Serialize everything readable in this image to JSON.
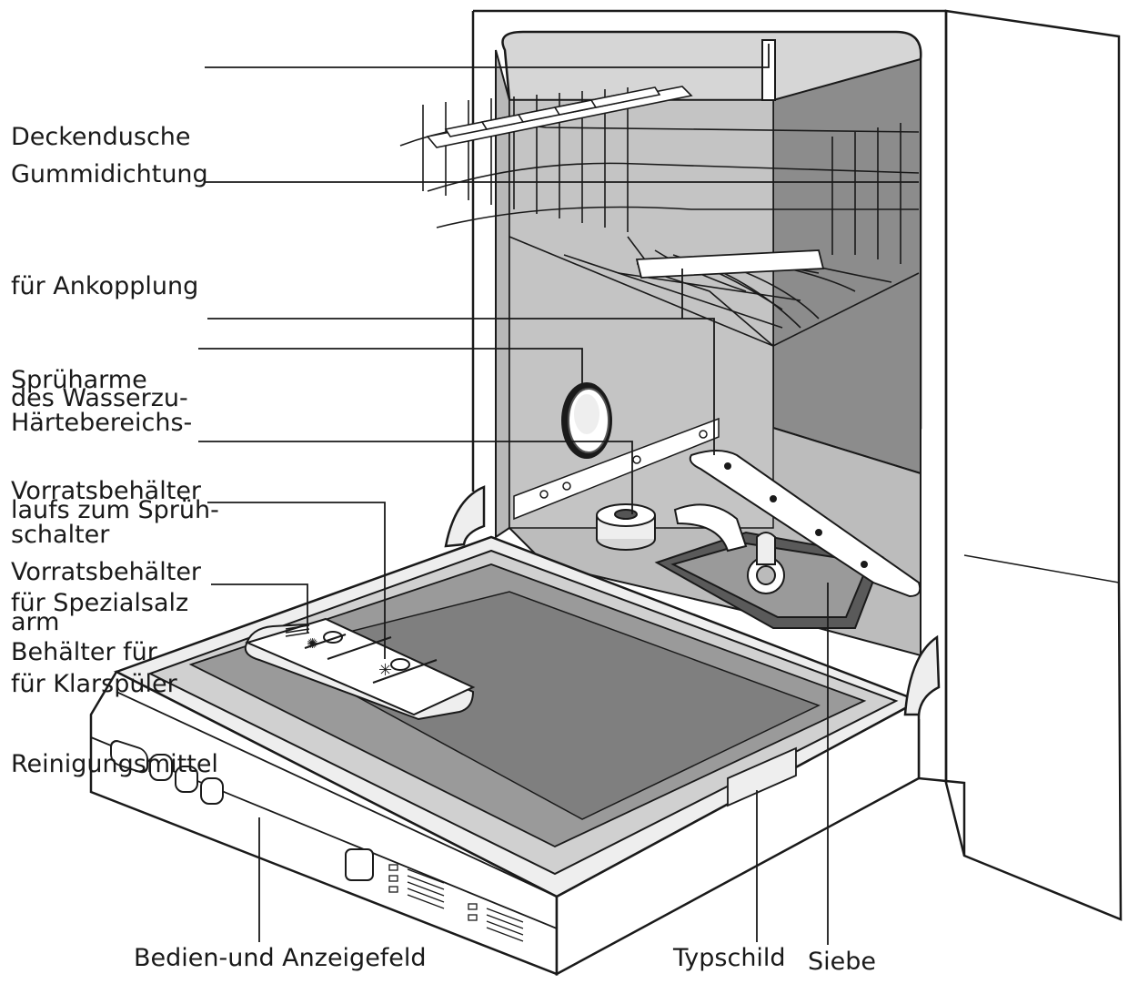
{
  "labels": {
    "deckendusche": "Deckendusche",
    "gummidichtung": [
      "Gummidichtung",
      "für Ankopplung",
      "des Wasserzu-",
      "laufs zum Sprüh-",
      "arm"
    ],
    "spruharme": "Sprüharme",
    "haertebereich": [
      "Härtebereichs-",
      "schalter"
    ],
    "spezialsalz": [
      "Vorratsbehälter",
      "für Spezialsalz"
    ],
    "klarspueler": [
      "Vorratsbehälter",
      "für Klarspüler"
    ],
    "reinigungsmittel": [
      "Behälter für",
      "Reinigungsmittel"
    ],
    "bedienfeld": "Bedien-und Anzeigefeld",
    "typschild": "Typschild",
    "siebe": "Siebe"
  },
  "colors": {
    "line": "#1a1a1a",
    "interior_dark": "#8c8c8c",
    "interior_mid": "#b8b8b8",
    "interior_light": "#d6d6d6",
    "panel": "#eeeeee",
    "white": "#ffffff"
  }
}
